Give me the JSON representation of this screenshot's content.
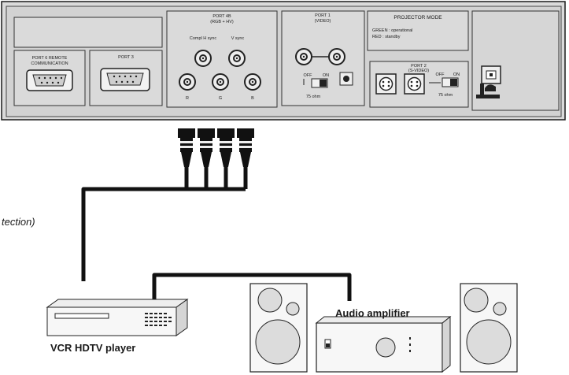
{
  "panel": {
    "port4_label": "PORT 4B",
    "port4_sub": "(RGB + HV)",
    "comp_h_sync": "Compl H sync",
    "v_sync": "V sync",
    "r": "R",
    "g": "G",
    "b": "B",
    "port1_label": "PORT 1",
    "port1_sub": "(VIDEO)",
    "off": "OFF",
    "on": "ON",
    "ohm75_1": "75 ohm",
    "projector_mode": "PROJECTOR MODE",
    "green_status": "GREEN : operational",
    "red_status": "RED : standby",
    "port6_line1": "PORT 6 REMOTE",
    "port6_line2": "COMMUNICATION",
    "port3_label": "PORT 3",
    "port2_label": "PORT 2",
    "port2_sub": "(S-VIDEO)",
    "ohm75_2": "75 ohm"
  },
  "diagram": {
    "cable_label": "tection)",
    "vcr_label": "VCR HDTV player",
    "amp_label": "Audio amplifier"
  },
  "colors": {
    "panel": "#d9d9d9",
    "stroke": "#1a1a1a",
    "cable": "#111111"
  }
}
